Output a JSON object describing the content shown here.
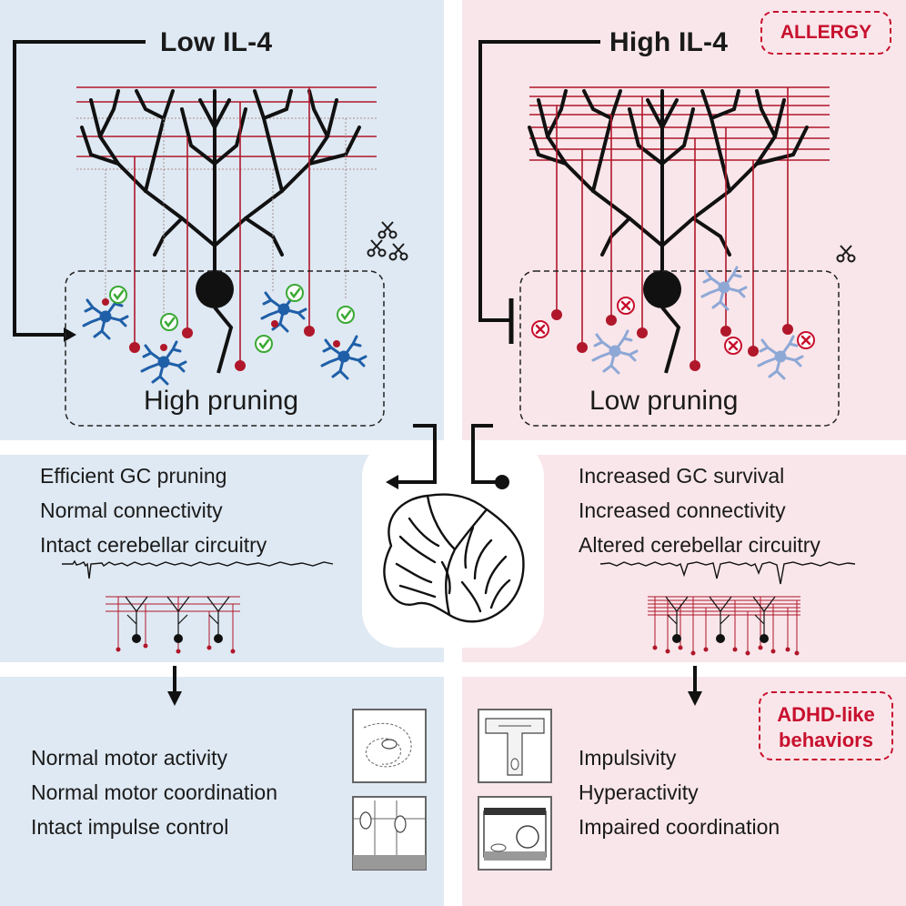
{
  "left_top": {
    "title": "Low IL-4",
    "pruning_label": "High pruning"
  },
  "right_top": {
    "title": "High IL-4",
    "badge": "ALLERGY",
    "pruning_label": "Low pruning"
  },
  "left_mid": {
    "lines": [
      "Efficient GC pruning",
      "Normal connectivity",
      "Intact cerebellar circuitry"
    ]
  },
  "right_mid": {
    "lines": [
      "Increased GC survival",
      "Increased connectivity",
      "Altered cerebellar circuitry"
    ]
  },
  "left_bottom": {
    "lines": [
      "Normal motor activity",
      "Normal motor coordination",
      "Intact impulse control"
    ]
  },
  "right_bottom": {
    "badge_line1": "ADHD-like",
    "badge_line2": "behaviors",
    "lines": [
      "Impulsivity",
      "Hyperactivity",
      "Impaired coordination"
    ]
  },
  "colors": {
    "panel_blue": "#dfe9f3",
    "panel_pink": "#f9e6ea",
    "accent_red": "#b0172a",
    "microglia_blue": "#1f5fa8",
    "microglia_faded": "#8ea8d6",
    "check_green": "#3aa935"
  }
}
